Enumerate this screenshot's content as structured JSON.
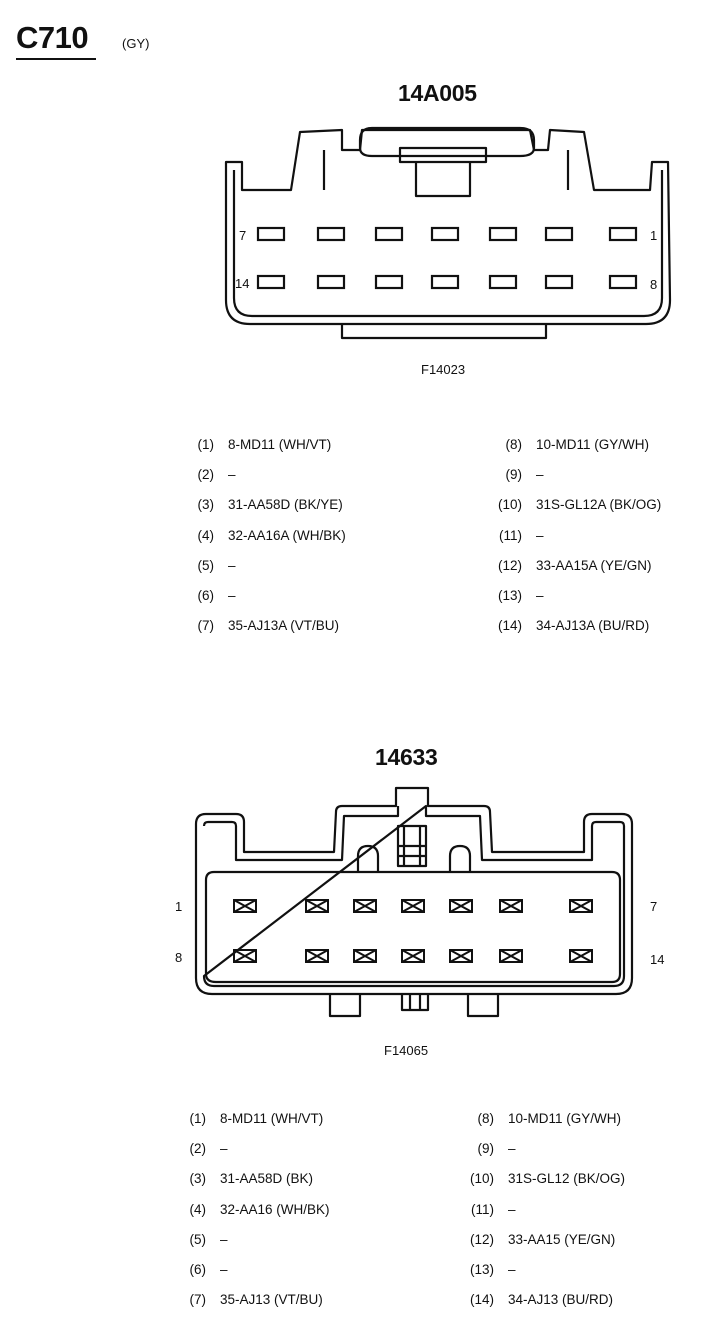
{
  "connector": {
    "id": "C710",
    "color": "(GY)"
  },
  "top_connector": {
    "part_number": "14A005",
    "figure_code": "F14023",
    "pin_labels": {
      "top_left": "7",
      "top_right": "1",
      "bottom_left": "14",
      "bottom_right": "8"
    },
    "left_pins": [
      {
        "num": "(1)",
        "circuit": "8-MD11 (WH/VT)"
      },
      {
        "num": "(2)",
        "circuit": "–"
      },
      {
        "num": "(3)",
        "circuit": "31-AA58D (BK/YE)"
      },
      {
        "num": "(4)",
        "circuit": "32-AA16A (WH/BK)"
      },
      {
        "num": "(5)",
        "circuit": "–"
      },
      {
        "num": "(6)",
        "circuit": "–"
      },
      {
        "num": "(7)",
        "circuit": "35-AJ13A (VT/BU)"
      }
    ],
    "right_pins": [
      {
        "num": "(8)",
        "circuit": "10-MD11 (GY/WH)"
      },
      {
        "num": "(9)",
        "circuit": "–"
      },
      {
        "num": "(10)",
        "circuit": "31S-GL12A (BK/OG)"
      },
      {
        "num": "(11)",
        "circuit": "–"
      },
      {
        "num": "(12)",
        "circuit": "33-AA15A (YE/GN)"
      },
      {
        "num": "(13)",
        "circuit": "–"
      },
      {
        "num": "(14)",
        "circuit": "34-AJ13A (BU/RD)"
      }
    ]
  },
  "bottom_connector": {
    "part_number": "14633",
    "figure_code": "F14065",
    "pin_labels": {
      "top_left": "1",
      "top_right": "7",
      "bottom_left": "8",
      "bottom_right": "14"
    },
    "left_pins": [
      {
        "num": "(1)",
        "circuit": "8-MD11 (WH/VT)"
      },
      {
        "num": "(2)",
        "circuit": "–"
      },
      {
        "num": "(3)",
        "circuit": "31-AA58D (BK)"
      },
      {
        "num": "(4)",
        "circuit": "32-AA16 (WH/BK)"
      },
      {
        "num": "(5)",
        "circuit": "–"
      },
      {
        "num": "(6)",
        "circuit": "–"
      },
      {
        "num": "(7)",
        "circuit": "35-AJ13 (VT/BU)"
      }
    ],
    "right_pins": [
      {
        "num": "(8)",
        "circuit": "10-MD11 (GY/WH)"
      },
      {
        "num": "(9)",
        "circuit": "–"
      },
      {
        "num": "(10)",
        "circuit": "31S-GL12 (BK/OG)"
      },
      {
        "num": "(11)",
        "circuit": "–"
      },
      {
        "num": "(12)",
        "circuit": "33-AA15 (YE/GN)"
      },
      {
        "num": "(13)",
        "circuit": "–"
      },
      {
        "num": "(14)",
        "circuit": "34-AJ13 (BU/RD)"
      }
    ]
  }
}
